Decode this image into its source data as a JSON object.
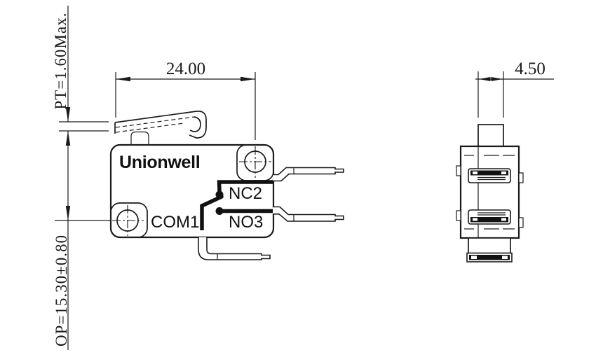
{
  "front_view": {
    "brand_label": "Unionwell",
    "nc_label": "NC2",
    "no_label": "NO3",
    "com_label": "COM1"
  },
  "dimensions": {
    "body_width_label": "24.00",
    "plunger_width_label": "4.50",
    "pretravel_label": "PT=1.60Max.",
    "operating_point_label": "OP=15.30±0.80"
  },
  "colors": {
    "line": "#1a1a1a",
    "background": "#ffffff"
  }
}
